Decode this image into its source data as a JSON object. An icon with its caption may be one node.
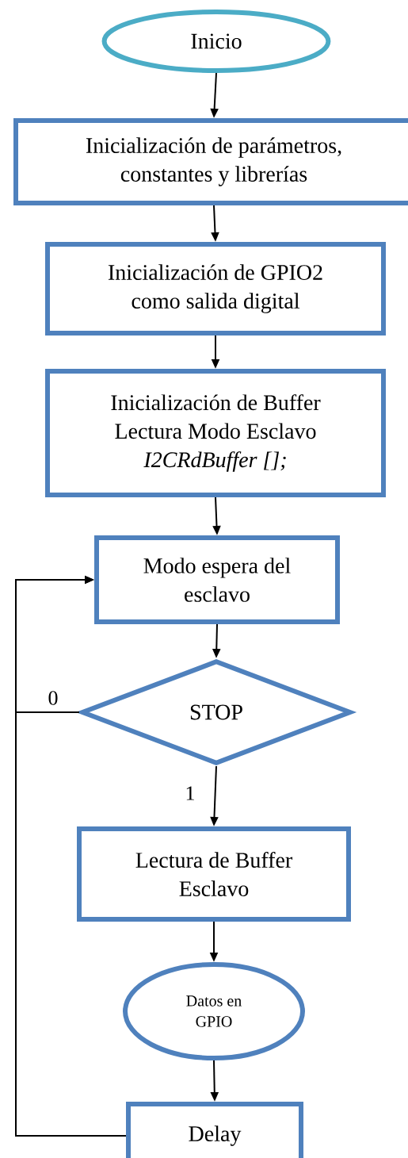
{
  "diagram": {
    "nodes": [
      {
        "text": [
          "Inicio"
        ]
      },
      {
        "text": [
          "Inicialización de parámetros, constantes y librerías"
        ]
      },
      {
        "text": [
          "Inicialización de GPIO2 como salida digital"
        ]
      },
      {
        "text": [
          "Inicialización de Buffer Lectura Modo Esclavo",
          "I2CRdBuffer [];"
        ]
      },
      {
        "text": [
          "Modo espera del esclavo"
        ]
      },
      {
        "text": [
          "STOP"
        ]
      },
      {
        "text": [
          "Lectura de Buffer Esclavo"
        ]
      },
      {
        "text": [
          "Datos en GPIO"
        ]
      },
      {
        "text": [
          "Delay"
        ]
      }
    ],
    "edges": [
      {
        "from": 0,
        "to": 1,
        "arrow": "to"
      },
      {
        "from": 1,
        "to": 2,
        "arrow": "to"
      },
      {
        "from": 2,
        "to": 3,
        "arrow": "to"
      },
      {
        "from": 3,
        "to": 4,
        "arrow": "to"
      },
      {
        "from": 4,
        "to": 5,
        "arrow": "to"
      },
      {
        "from": 5,
        "to": 4,
        "arrow": "to",
        "label": "0"
      },
      {
        "from": 5,
        "to": 6,
        "arrow": "to",
        "label": "1"
      },
      {
        "from": 6,
        "to": 7,
        "arrow": "to"
      },
      {
        "from": 7,
        "to": 8,
        "arrow": "to"
      },
      {
        "from": 8,
        "to": 4,
        "arrow": "to"
      }
    ]
  }
}
